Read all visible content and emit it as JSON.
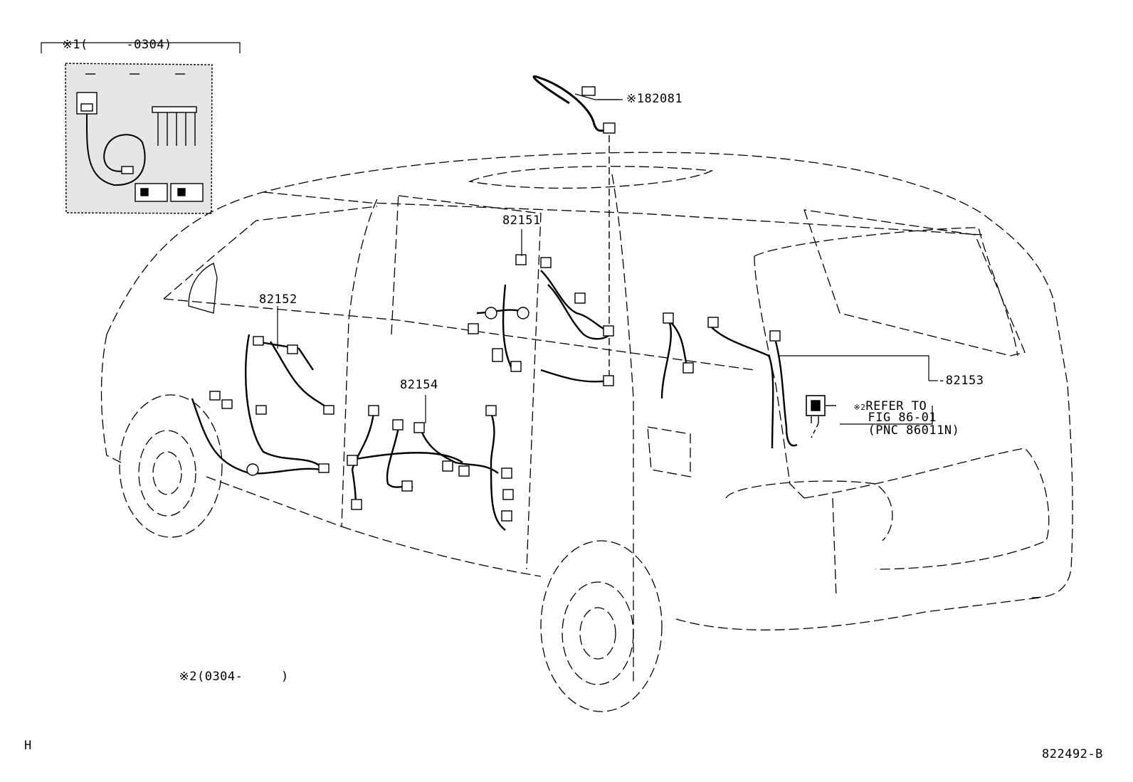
{
  "note1": {
    "mark": "※1",
    "text": "(     -0304)"
  },
  "note2": {
    "mark": "※2",
    "text": "(0304-     )"
  },
  "parts": {
    "p182081": "※182081",
    "p82151": "82151",
    "p82152": "82152",
    "p82153": "82153",
    "p82154": "82154"
  },
  "refer": {
    "mark": "※2",
    "line1": "REFER TO",
    "line2": "FIG 86-01",
    "line3": "(PNC 86011N)"
  },
  "corner_left": "H",
  "figure_code": "822492-B"
}
